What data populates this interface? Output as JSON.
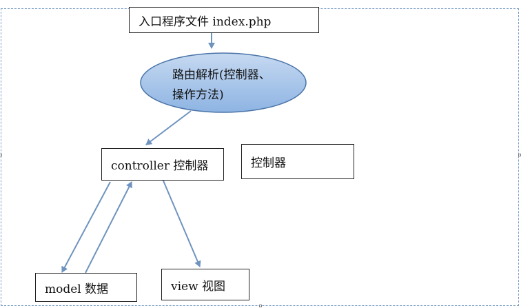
{
  "diagram": {
    "entry_label": "入口程序文件 index.php",
    "routing_line1": "路由解析(控制器、",
    "routing_line2": "操作方法)",
    "controller_label": "controller 控制器",
    "controller_alt_label": "控制器",
    "model_label": "model 数据",
    "view_label": "view 视图"
  },
  "colors": {
    "ellipse_fill_light": "#c6d9f1",
    "ellipse_fill_dark": "#8eb4e3",
    "ellipse_stroke": "#4a74a8",
    "arrow": "#6f93bf",
    "frame": "#7a9cc6"
  }
}
